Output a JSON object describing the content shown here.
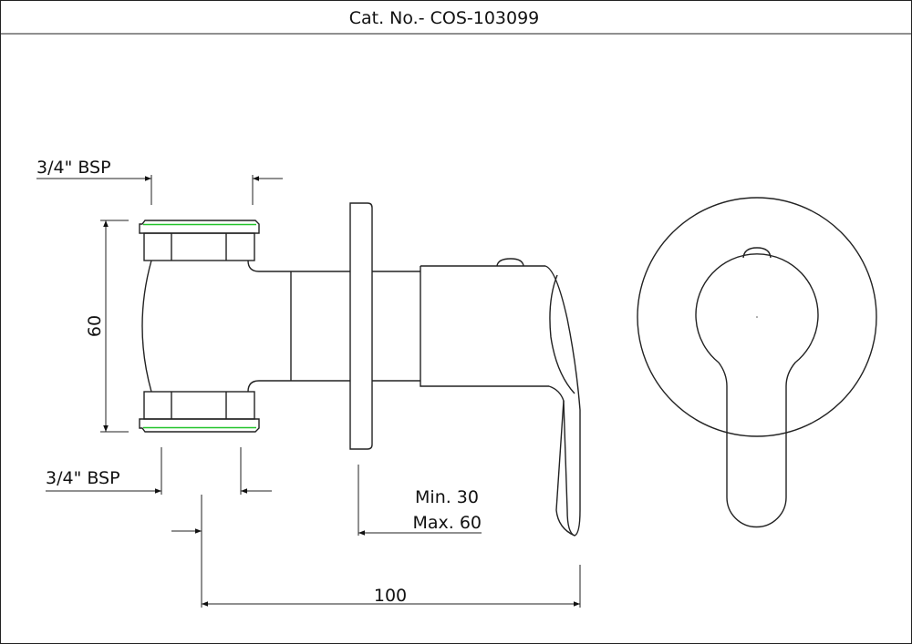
{
  "title": "Cat. No.- COS-103099",
  "dimensions": {
    "inlet_top": "3/4\" BSP",
    "inlet_bottom": "3/4\" BSP",
    "height": "60",
    "depth_min": "Min. 30",
    "depth_max": "Max. 60",
    "length": "100"
  },
  "colors": {
    "line": "#222222",
    "accent": "#22c32a"
  }
}
